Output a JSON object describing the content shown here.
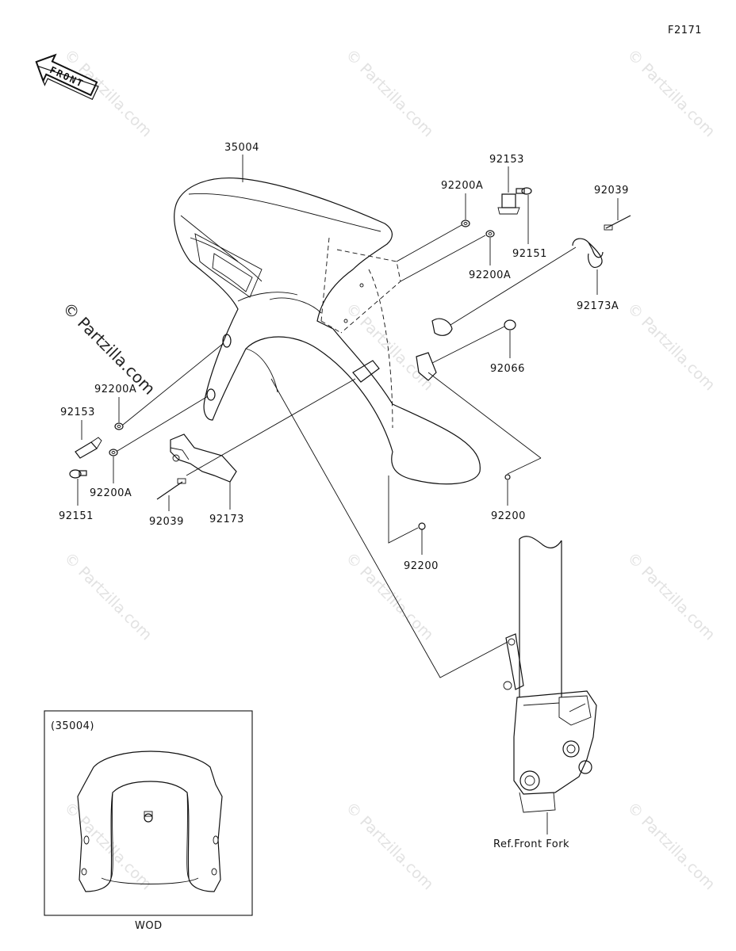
{
  "figure_id": "F2171",
  "front_label": "FRONT",
  "watermark": "© Partzilla.com",
  "parts": {
    "fender": "35004",
    "collar_left": "92153",
    "collar_right": "92153",
    "washer_left_upper": "92200A",
    "washer_left_lower": "92200A",
    "washer_right_upper": "92200A",
    "washer_right_lower": "92200A",
    "bolt_left": "92151",
    "bolt_right": "92151",
    "band_left": "92039",
    "band_right": "92039",
    "clamp_left": "92173",
    "clamp_right": "92173A",
    "grommet": "92066",
    "washer_bottom_left": "92200",
    "washer_bottom_right": "92200"
  },
  "reference_fork": "Ref.Front Fork",
  "inset": {
    "title": "(35004)",
    "caption": "WOD"
  }
}
